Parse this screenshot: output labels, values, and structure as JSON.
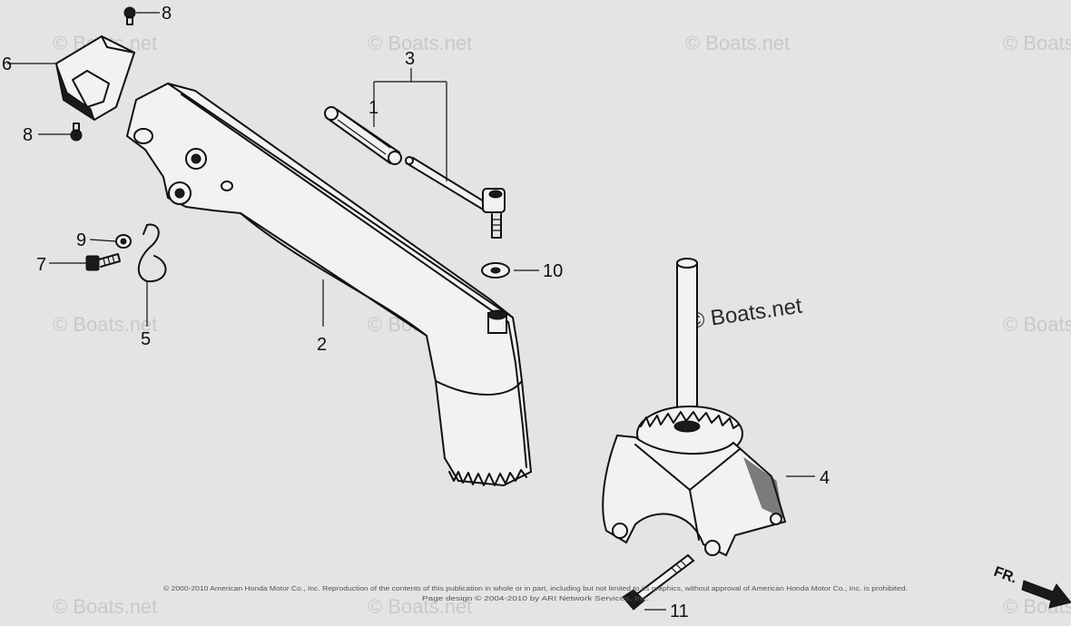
{
  "watermarks": {
    "main": "© Boats.net",
    "faint": "© Boats.net"
  },
  "callouts": {
    "c1": "1",
    "c2": "2",
    "c3": "3",
    "c4": "4",
    "c5": "5",
    "c6": "6",
    "c7": "7",
    "c8a": "8",
    "c8b": "8",
    "c9": "9",
    "c10": "10",
    "c11": "11"
  },
  "direction": {
    "label": "FR."
  },
  "copyright": {
    "line1": "© 2000-2010 American Honda Motor Co., Inc. Reproduction of the contents of this publication in whole or in part, including but not limited to its graphics, without approval of American Honda Motor Co., Inc. is prohibited.",
    "line2": "Page design © 2004-2010 by ARI Network Services, Inc."
  }
}
